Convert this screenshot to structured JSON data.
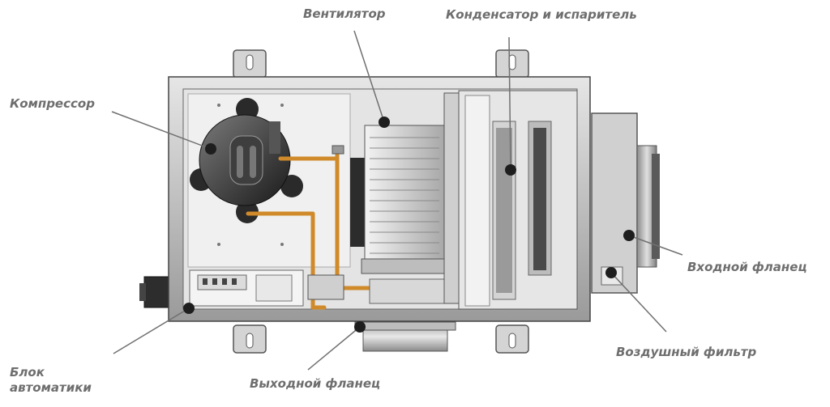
{
  "labels": {
    "fan": "Вентилятор",
    "condenser_evaporator": "Конденсатор и испаритель",
    "compressor": "Компрессор",
    "inlet_flange": "Входной фланец",
    "air_filter": "Воздушный фильтр",
    "control_block": "Блок автоматики",
    "outlet_flange": "Выходной фланец"
  },
  "colors": {
    "label_text": "#6e6e6e",
    "leader_line": "#707070",
    "marker": "#1e1e1e",
    "copper_pipe": "#d08a2a",
    "housing": "#c8c8c8"
  }
}
